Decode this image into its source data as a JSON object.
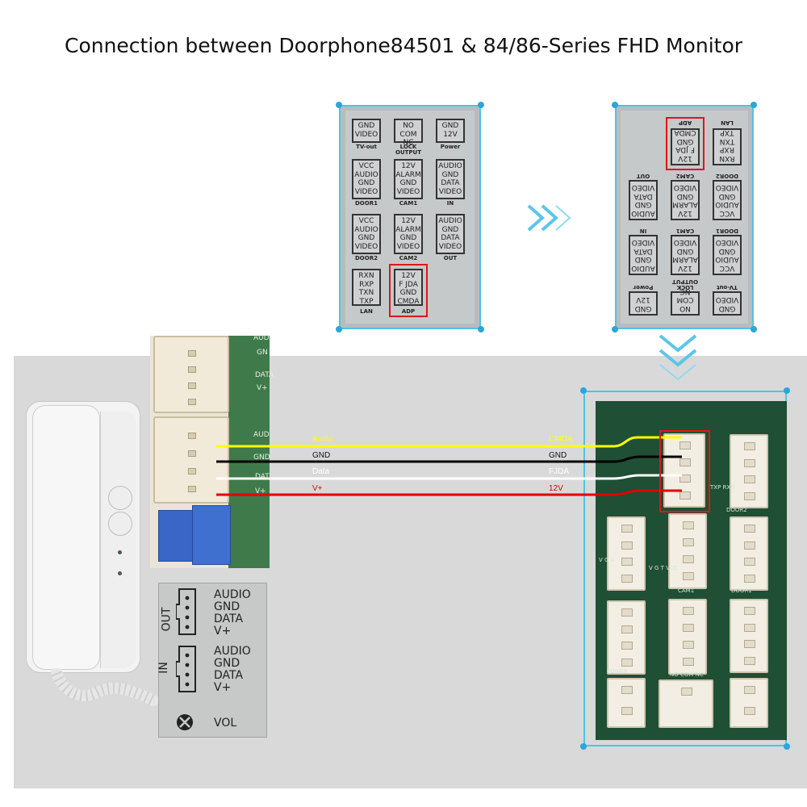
{
  "title": "Connection between Doorphone84501 & 84/86-Series FHD Monitor",
  "colors": {
    "frame": "#4fc3e6",
    "highlight": "#e0141a",
    "audio": "#ffff00",
    "gnd": "#000000",
    "data": "#ffffff",
    "vplus": "#e10000"
  },
  "left_label": {
    "boxes": [
      {
        "text": "GND\nVIDEO"
      },
      {
        "text": "NO\nCOM\nNC"
      },
      {
        "text": "GND\n12V"
      },
      {
        "text": "VCC\nAUDIO\nGND\nVIDEO"
      },
      {
        "text": "12V\nALARM\nGND\nVIDEO"
      },
      {
        "text": "AUDIO\nGND\nDATA\nVIDEO"
      },
      {
        "text": "VCC\nAUDIO\nGND\nVIDEO"
      },
      {
        "text": "12V\nALARM\nGND\nVIDEO"
      },
      {
        "text": "AUDIO\nGND\nDATA\nVIDEO"
      },
      {
        "text": "RXN\nRXP\nTXN\nTXP"
      },
      {
        "text": "12V\nF JDA\nGND\nCMDA"
      }
    ],
    "captions": [
      "TV-out",
      "LOCK\nOUTPUT",
      "Power",
      "DOOR1",
      "CAM1",
      "IN",
      "DOOR2",
      "CAM2",
      "OUT",
      "LAN",
      "ADP"
    ]
  },
  "right_label": {
    "boxes": [
      {
        "text": "GND\nVIDEO"
      },
      {
        "text": "NO\nCOM\nNC"
      },
      {
        "text": "GND\n12V"
      },
      {
        "text": "VCC\nAUDIO\nGND\nVIDEO"
      },
      {
        "text": "12V\nALARM\nGND\nVIDEO"
      },
      {
        "text": "AUDIO\nGND\nDATA\nVIDEO"
      },
      {
        "text": "VCC\nAUDIO\nGND\nVIDEO"
      },
      {
        "text": "12V\nALARM\nGND\nVIDEO"
      },
      {
        "text": "AUDIO\nGND\nDATA\nVIDEO"
      },
      {
        "text": "RXN\nRXP\nTXN\nTXP"
      },
      {
        "text": "12V\nF JDA\nGND\nCMDA"
      }
    ],
    "captions": [
      "TV-out",
      "LOCK\nOUTPUT",
      "Power",
      "DOOR1",
      "CAM1",
      "IN",
      "DOOR2",
      "CAM2",
      "OUT",
      "LAN",
      "ADP"
    ]
  },
  "sticker": {
    "out_label": "OUT",
    "out_pins": "AUDIO\nGND\nDATA\nV+",
    "in_label": "IN",
    "in_pins": "AUDIO\nGND\nDATA\nV+",
    "vol_label": "VOL"
  },
  "pcb_silk": [
    "AUDI",
    "GN",
    "DATA",
    "V+",
    "AUD",
    "GND",
    "DAT",
    "V+"
  ],
  "wires": {
    "left": [
      "Audio",
      "GND",
      "Data",
      "V+"
    ],
    "right": [
      "CMDA",
      "GND",
      "FJDA",
      "12V"
    ]
  },
  "monitor_silk": [
    "TXP RXN",
    "DOOR2",
    "CAM1",
    "DOOR1",
    "NO COM NC",
    "POWER",
    "V G A",
    "V G T VCC"
  ]
}
